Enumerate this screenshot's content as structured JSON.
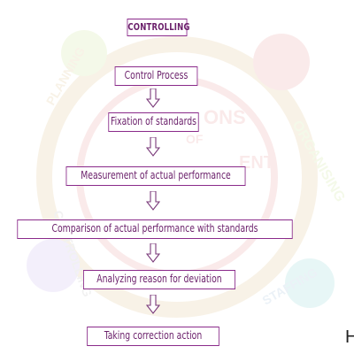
{
  "diagram": {
    "title": "CONTROLLING",
    "steps": [
      "Control Process",
      "Fixation of standards",
      "Measurement of actual performance",
      "Comparison of actual performance with standards",
      "Analyzing reason for deviation",
      "Taking correction action"
    ]
  },
  "watermark": {
    "words": [
      "ORGANISING",
      "STAFFING",
      "CONTROLLING",
      "PLANNING",
      "ONS",
      "OF",
      "ENT"
    ]
  },
  "edge_text": "H",
  "colors": {
    "accent": "#8a2a8a",
    "text": "#6a1f6a"
  }
}
